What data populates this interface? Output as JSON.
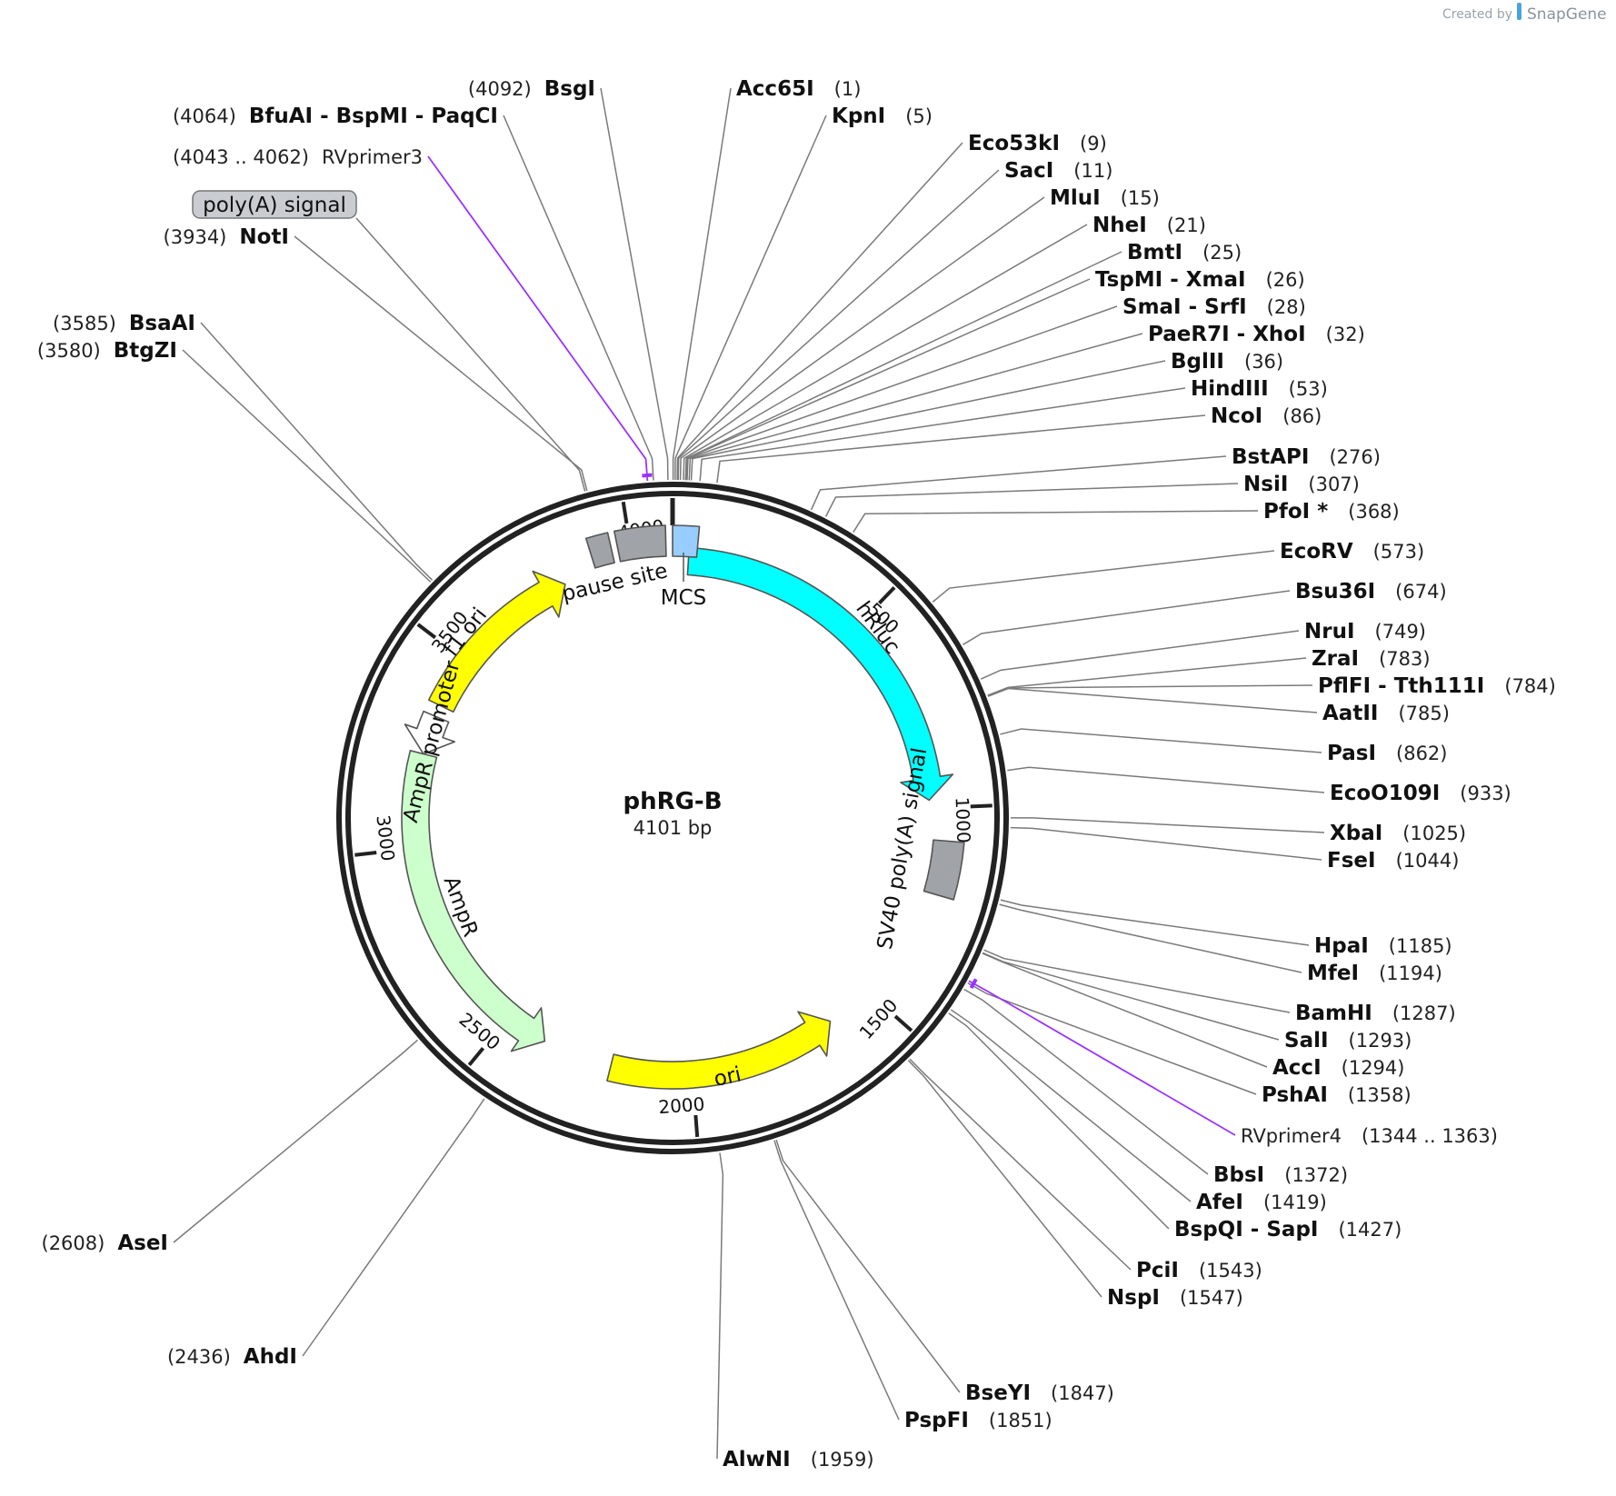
{
  "plasmid": {
    "name": "phRG-B",
    "length_label": "4101 bp",
    "length": 4101
  },
  "credit": {
    "prefix": "Created by",
    "brand": "SnapGene"
  },
  "colors": {
    "yellow": "#ffff00",
    "cyan": "#00ffff",
    "light_green": "#ccffcc",
    "gray": "#a0a3a8",
    "light_blue": "#99ccff",
    "primer": "#9933ff",
    "ring": "#222222"
  },
  "ticks": [
    {
      "pos": 500,
      "label": "500"
    },
    {
      "pos": 1000,
      "label": "1000"
    },
    {
      "pos": 1500,
      "label": "1500"
    },
    {
      "pos": 2000,
      "label": "2000"
    },
    {
      "pos": 2500,
      "label": "2500"
    },
    {
      "pos": 3000,
      "label": "3000"
    },
    {
      "pos": 3500,
      "label": "3500"
    },
    {
      "pos": 4000,
      "label": "4000"
    }
  ],
  "features": [
    {
      "name": "hRluc",
      "start": 40,
      "end": 980,
      "direction": "forward",
      "color": "#00ffff",
      "type": "arrow",
      "show_label": true
    },
    {
      "name": "SV40 poly(A) signal",
      "start": 1080,
      "end": 1210,
      "direction": "none",
      "color": "#a0a3a8",
      "type": "box",
      "show_label": true
    },
    {
      "name": "ori",
      "start": 1620,
      "end": 2210,
      "direction": "reverse",
      "color": "#ffff00",
      "type": "arrow",
      "show_label": true
    },
    {
      "name": "AmpR",
      "start": 2390,
      "end": 3240,
      "direction": "reverse",
      "color": "#ccffcc",
      "type": "arrow",
      "show_label": true
    },
    {
      "name": "AmpR promoter",
      "start": 3240,
      "end": 3340,
      "direction": "reverse",
      "color": "#ffffff",
      "type": "arrow",
      "show_label": true
    },
    {
      "name": "f1 ori",
      "start": 3370,
      "end": 3820,
      "direction": "forward",
      "color": "#ffff00",
      "type": "arrow",
      "show_label": true
    },
    {
      "name": "poly(A) signal",
      "start": 3905,
      "end": 3955,
      "direction": "none",
      "color": "#a0a3a8",
      "type": "box",
      "show_label": false
    },
    {
      "name": "pause site",
      "start": 3970,
      "end": 4085,
      "direction": "none",
      "color": "#a0a3a8",
      "type": "box",
      "show_label": true
    },
    {
      "name": "MCS",
      "start": 0,
      "end": 60,
      "direction": "none",
      "color": "#99ccff",
      "type": "box",
      "show_label": true
    }
  ],
  "sites": [
    {
      "name": "Acc65I",
      "pos_label": "(1)",
      "pos": 1
    },
    {
      "name": "KpnI",
      "pos_label": "(5)",
      "pos": 5
    },
    {
      "name": "Eco53kI",
      "pos_label": "(9)",
      "pos": 9
    },
    {
      "name": "SacI",
      "pos_label": "(11)",
      "pos": 11
    },
    {
      "name": "MluI",
      "pos_label": "(15)",
      "pos": 15
    },
    {
      "name": "NheI",
      "pos_label": "(21)",
      "pos": 21
    },
    {
      "name": "BmtI",
      "pos_label": "(25)",
      "pos": 25
    },
    {
      "name": "TspMI - XmaI",
      "pos_label": "(26)",
      "pos": 26
    },
    {
      "name": "SmaI - SrfI",
      "pos_label": "(28)",
      "pos": 28
    },
    {
      "name": "PaeR7I - XhoI",
      "pos_label": "(32)",
      "pos": 32
    },
    {
      "name": "BglII",
      "pos_label": "(36)",
      "pos": 36
    },
    {
      "name": "HindIII",
      "pos_label": "(53)",
      "pos": 53
    },
    {
      "name": "NcoI",
      "pos_label": "(86)",
      "pos": 86
    },
    {
      "name": "BstAPI",
      "pos_label": "(276)",
      "pos": 276
    },
    {
      "name": "NsiI",
      "pos_label": "(307)",
      "pos": 307
    },
    {
      "name": "PfoI *",
      "pos_label": "(368)",
      "pos": 368,
      "muted": true
    },
    {
      "name": "EcoRV",
      "pos_label": "(573)",
      "pos": 573
    },
    {
      "name": "Bsu36I",
      "pos_label": "(674)",
      "pos": 674
    },
    {
      "name": "NruI",
      "pos_label": "(749)",
      "pos": 749
    },
    {
      "name": "ZraI",
      "pos_label": "(783)",
      "pos": 783
    },
    {
      "name": "PflFI - Tth111I",
      "pos_label": "(784)",
      "pos": 784
    },
    {
      "name": "AatII",
      "pos_label": "(785)",
      "pos": 785
    },
    {
      "name": "PasI",
      "pos_label": "(862)",
      "pos": 862
    },
    {
      "name": "EcoO109I",
      "pos_label": "(933)",
      "pos": 933
    },
    {
      "name": "XbaI",
      "pos_label": "(1025)",
      "pos": 1025
    },
    {
      "name": "FseI",
      "pos_label": "(1044)",
      "pos": 1044
    },
    {
      "name": "HpaI",
      "pos_label": "(1185)",
      "pos": 1185
    },
    {
      "name": "MfeI",
      "pos_label": "(1194)",
      "pos": 1194
    },
    {
      "name": "BamHI",
      "pos_label": "(1287)",
      "pos": 1287
    },
    {
      "name": "SalI",
      "pos_label": "(1293)",
      "pos": 1293
    },
    {
      "name": "AccI",
      "pos_label": "(1294)",
      "pos": 1294
    },
    {
      "name": "PshAI",
      "pos_label": "(1358)",
      "pos": 1358
    },
    {
      "name": "BbsI",
      "pos_label": "(1372)",
      "pos": 1372
    },
    {
      "name": "AfeI",
      "pos_label": "(1419)",
      "pos": 1419
    },
    {
      "name": "BspQI - SapI",
      "pos_label": "(1427)",
      "pos": 1427
    },
    {
      "name": "PciI",
      "pos_label": "(1543)",
      "pos": 1543
    },
    {
      "name": "NspI",
      "pos_label": "(1547)",
      "pos": 1547
    },
    {
      "name": "BseYI",
      "pos_label": "(1847)",
      "pos": 1847
    },
    {
      "name": "PspFI",
      "pos_label": "(1851)",
      "pos": 1851
    },
    {
      "name": "AlwNI",
      "pos_label": "(1959)",
      "pos": 1959
    },
    {
      "name": "AhdI",
      "pos_label": "(2436)",
      "pos": 2436
    },
    {
      "name": "AseI",
      "pos_label": "(2608)",
      "pos": 2608
    },
    {
      "name": "BtgZI",
      "pos_label": "(3580)",
      "pos": 3580
    },
    {
      "name": "BsaAI",
      "pos_label": "(3585)",
      "pos": 3585
    },
    {
      "name": "NotI",
      "pos_label": "(3934)",
      "pos": 3934
    },
    {
      "name": "BfuAI - BspMI - PaqCI",
      "pos_label": "(4064)",
      "pos": 4064
    },
    {
      "name": "BsgI",
      "pos_label": "(4092)",
      "pos": 4092
    }
  ],
  "primers": [
    {
      "name": "RVprimer3",
      "range_label": "(4043 .. 4062)",
      "start": 4043,
      "end": 4062,
      "color": "#9933ff"
    },
    {
      "name": "RVprimer4",
      "range_label": "(1344 .. 1363)",
      "start": 1344,
      "end": 1363,
      "color": "#9933ff"
    }
  ],
  "feature_callouts": [
    {
      "name": "poly(A) signal",
      "pos": 3930
    }
  ]
}
